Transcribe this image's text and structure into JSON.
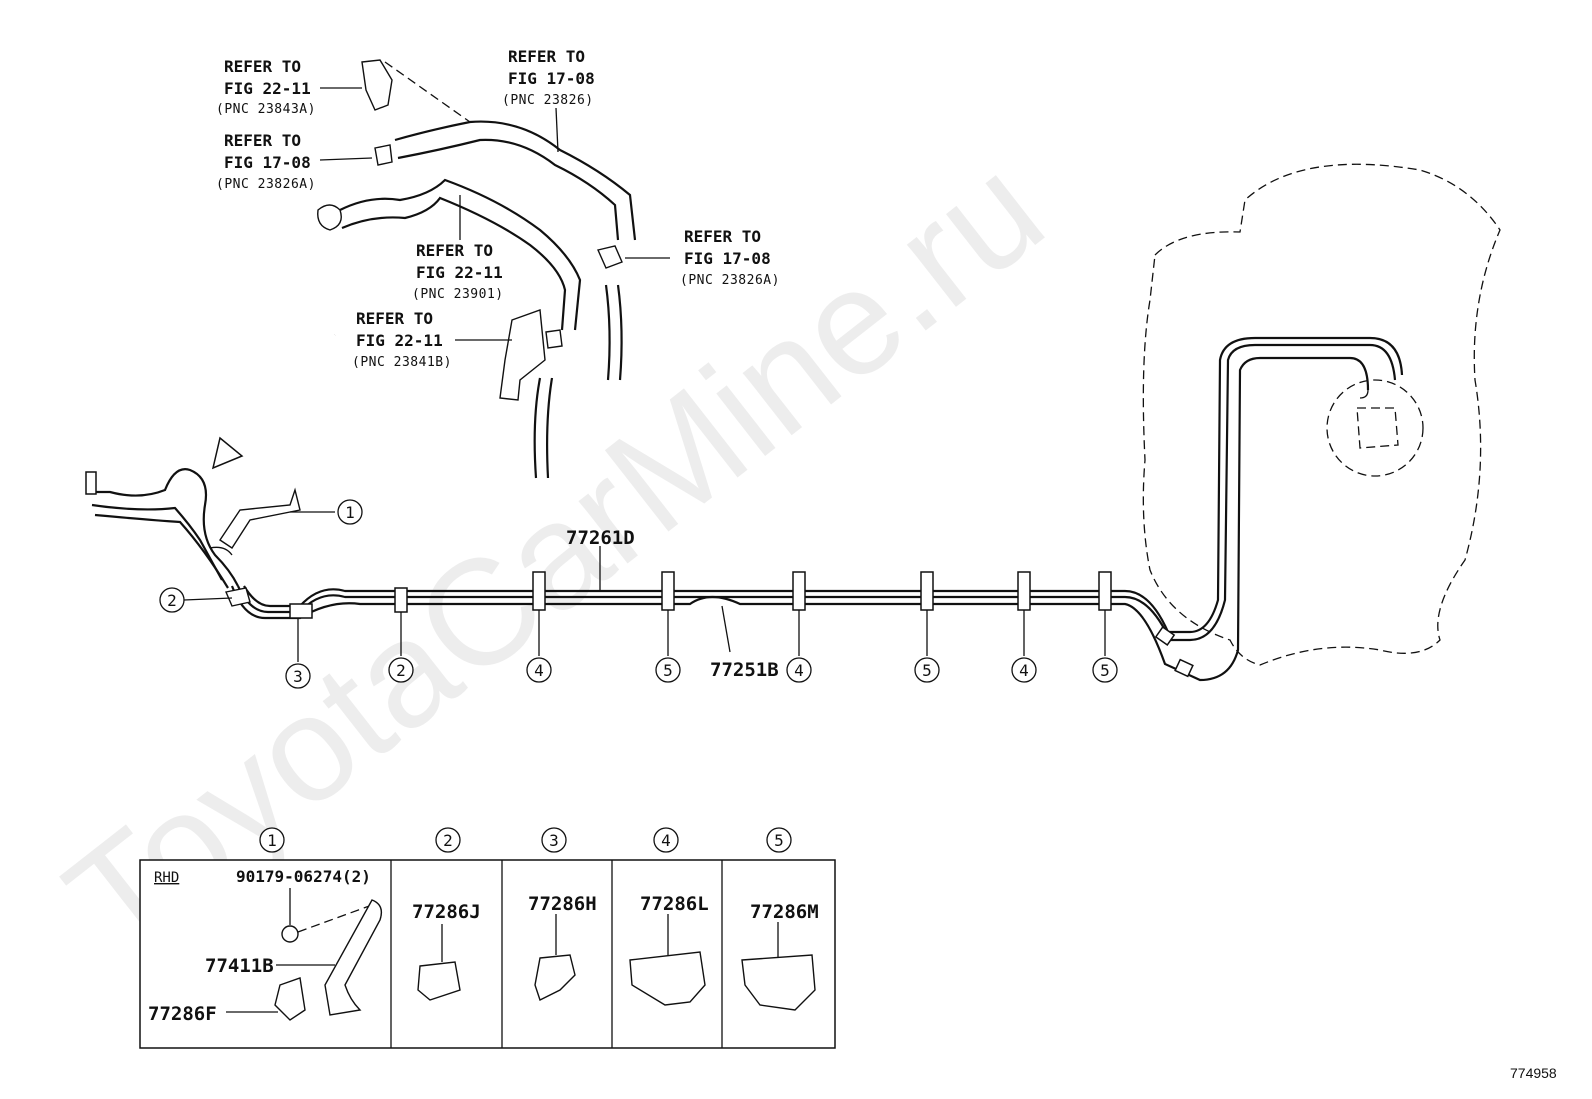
{
  "refs": [
    {
      "line1": "REFER TO",
      "line2": "FIG 22-11",
      "pnc": "(PNC 23843A)"
    },
    {
      "line1": "REFER TO",
      "line2": "FIG 17-08",
      "pnc": "(PNC 23826)"
    },
    {
      "line1": "REFER TO",
      "line2": "FIG 17-08",
      "pnc": "(PNC 23826A)"
    },
    {
      "line1": "REFER TO",
      "line2": "FIG 22-11",
      "pnc": "(PNC 23901)"
    },
    {
      "line1": "REFER TO",
      "line2": "FIG 17-08",
      "pnc": "(PNC 23826A)"
    },
    {
      "line1": "REFER TO",
      "line2": "FIG 22-11",
      "pnc": "(PNC 23841B)"
    }
  ],
  "parts": {
    "tube_upper": "77261D",
    "tube_lower": "77251B"
  },
  "callouts": [
    "1",
    "2",
    "3",
    "2",
    "4",
    "5",
    "4",
    "5",
    "4",
    "5"
  ],
  "table": {
    "headers": [
      "1",
      "2",
      "3",
      "4",
      "5"
    ],
    "rhd": "RHD",
    "bolt": "90179-06274(2)",
    "bracket": "77411B",
    "clamp_f": "77286F",
    "clamp_j": "77286J",
    "clamp_h": "77286H",
    "clamp_l": "77286L",
    "clamp_m": "77286M"
  },
  "figure_number": "774958",
  "watermark": "ToyotaCarMine.ru"
}
